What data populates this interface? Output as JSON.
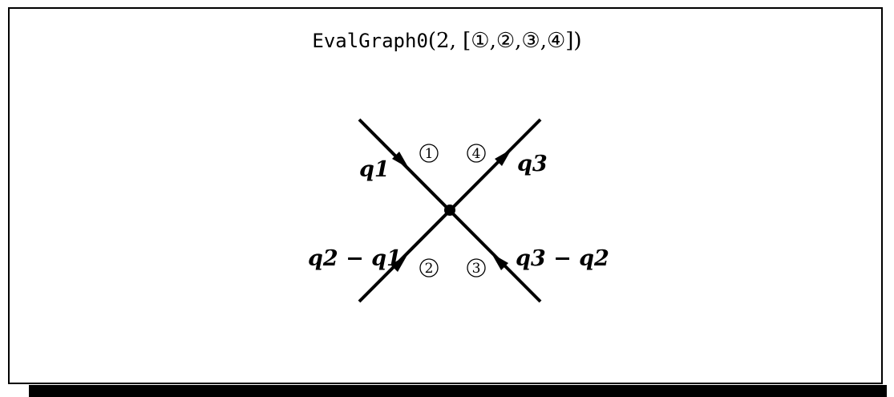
{
  "title": {
    "function_name": "EvalGraph0",
    "args_text": "(2, [①,②,③,④])"
  },
  "diagram": {
    "regions": [
      "1",
      "4",
      "2",
      "3"
    ],
    "momentum_labels": {
      "top_left": "q1",
      "top_right": "q3",
      "bottom_left": "q2 − q1",
      "bottom_right": "q3 − q2"
    }
  }
}
